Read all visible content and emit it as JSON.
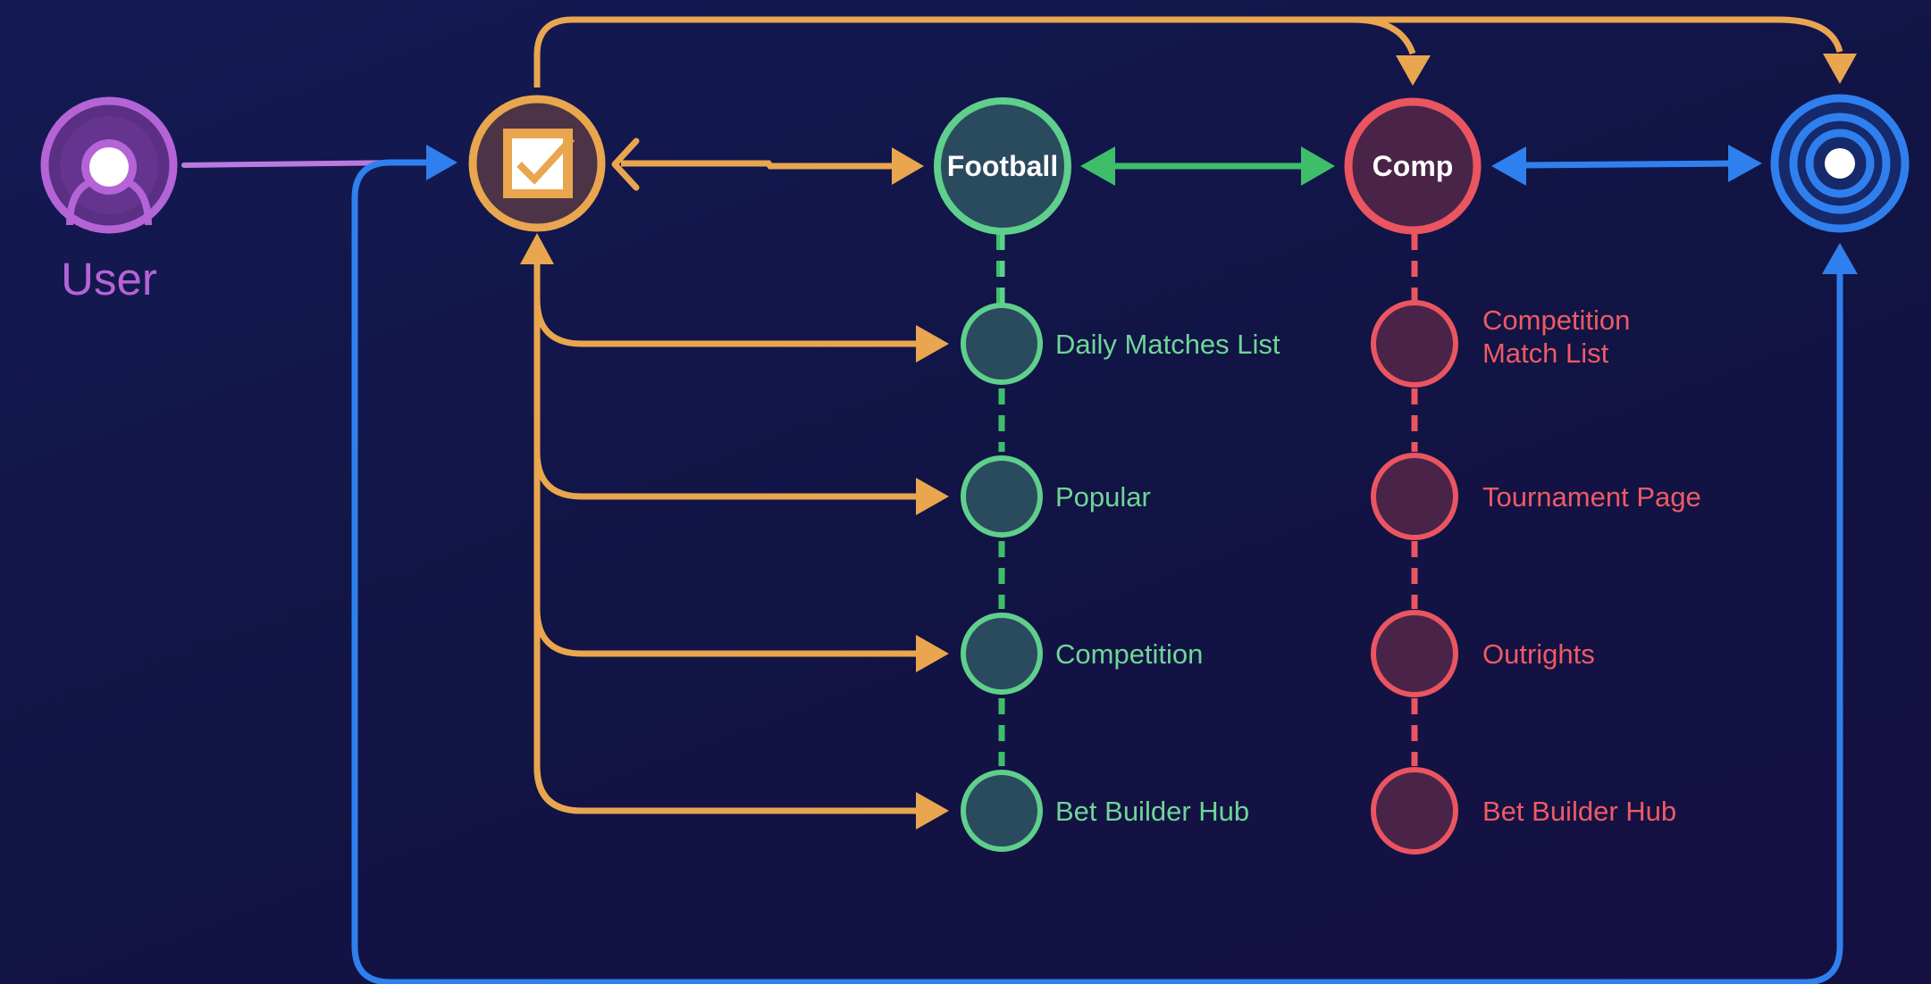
{
  "user": {
    "label": "User",
    "icon": "user-icon"
  },
  "selector": {
    "icon": "checkbox-icon"
  },
  "football": {
    "label": "Football"
  },
  "comp": {
    "label": "Comp"
  },
  "target": {
    "icon": "target-icon"
  },
  "football_pages": [
    "Daily Matches List",
    "Popular",
    "Competition",
    "Bet Builder Hub"
  ],
  "comp_pages": [
    [
      "Competition",
      "Match List"
    ],
    [
      "Tournament Page"
    ],
    [
      "Outrights"
    ],
    [
      "Bet Builder Hub"
    ]
  ],
  "colors": {
    "background": "#121548",
    "user": "#b464d6",
    "orange": "#e9a64f",
    "green": "#5fcf8c",
    "red": "#ea5560",
    "blue": "#2f80ee",
    "green_fill": "#2a4a5e",
    "red_fill": "#4a2448"
  }
}
